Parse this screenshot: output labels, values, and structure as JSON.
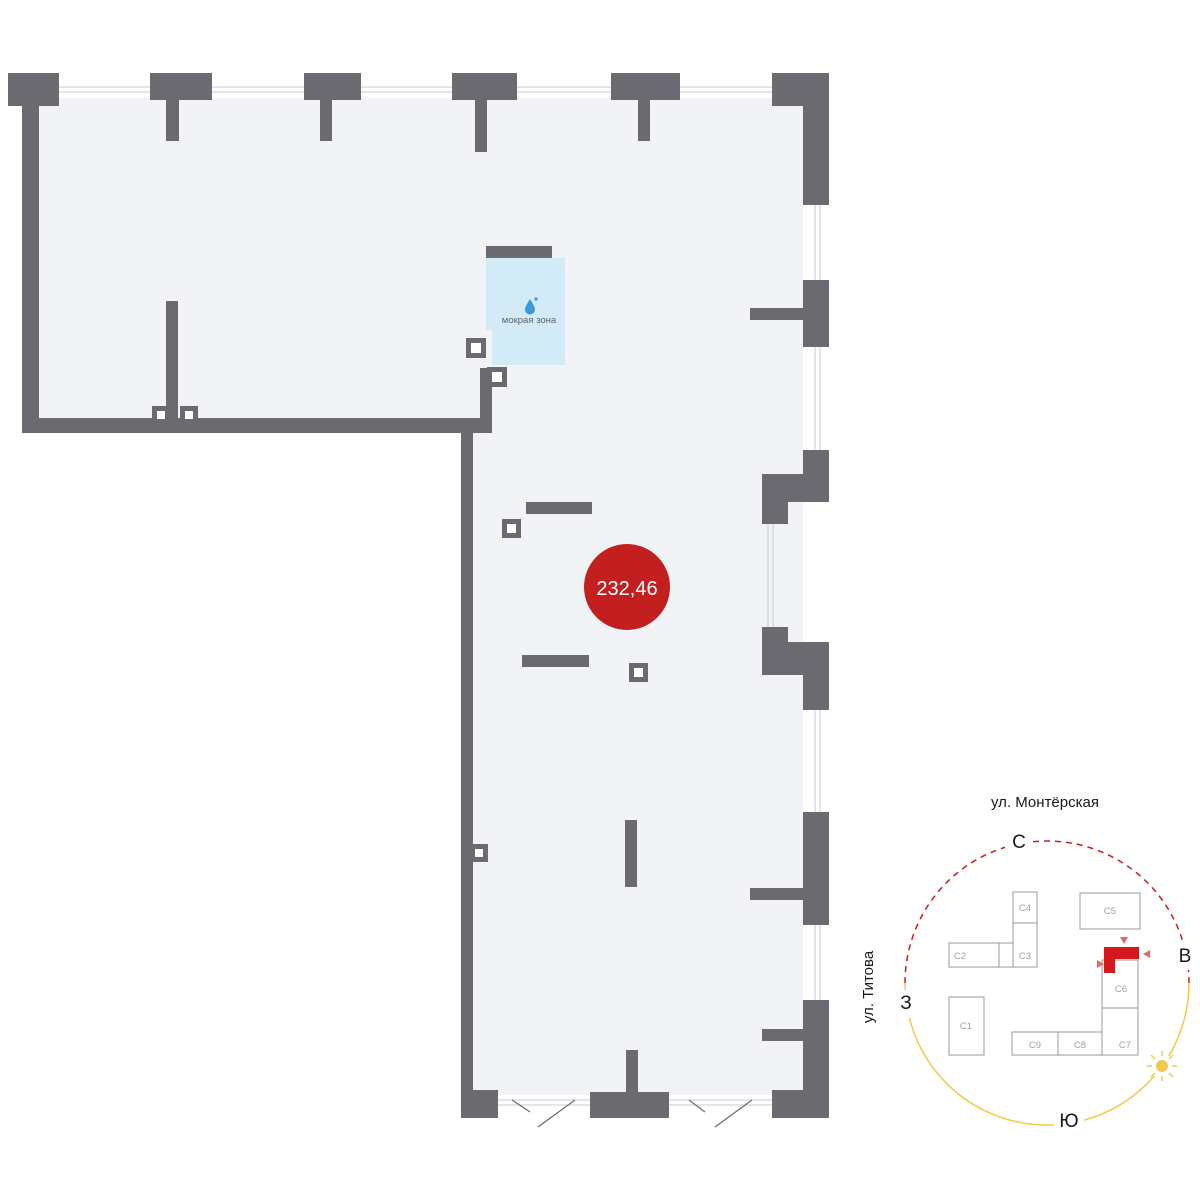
{
  "plan": {
    "area_label": "232,46",
    "wet_zone_label": "мокрая зона",
    "colors": {
      "wall": "#6b6a70",
      "floor": "#f1f3f6",
      "wet_zone": "#d3eaf7",
      "water_icon": "#3a9ad9",
      "area_badge": "#c41f1f",
      "window_line": "#c9cbd0"
    }
  },
  "compass": {
    "street_north": "ул. Монтёрская",
    "street_west": "ул. Титова",
    "north": "С",
    "east": "В",
    "south": "Ю",
    "west": "З",
    "colors": {
      "north_arc": "#c41f1f",
      "south_arc": "#f2c94c",
      "sun": "#f2c94c",
      "highlight": "#d3181e",
      "building_stroke": "#9a9a9a",
      "building_label": "#a0a0a0"
    },
    "buildings": {
      "c1": "С1",
      "c2": "С2",
      "c3": "С3",
      "c4": "С4",
      "c5": "С5",
      "c6": "С6",
      "c7": "С7",
      "c8": "С8",
      "c9": "С9"
    }
  }
}
